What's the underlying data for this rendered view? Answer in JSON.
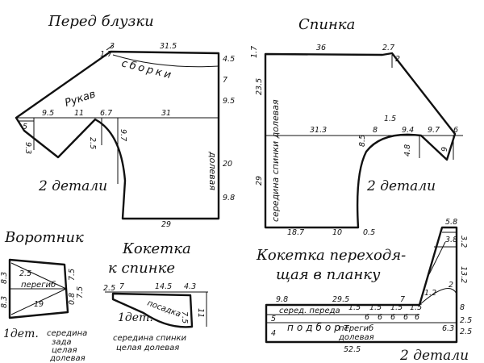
{
  "front": {
    "title": "Перед блузки",
    "gathers": "сборки",
    "sleeve": "Рукав",
    "fold": "долевая",
    "count": "2 детали",
    "dims": [
      "3",
      "31.5",
      "1.7",
      "4.5",
      "9.5",
      "11",
      "6.7",
      "31",
      "7",
      "5",
      "9.3",
      "2.5",
      "9.7",
      "9.5",
      "20",
      "9.8",
      "29"
    ]
  },
  "back": {
    "title": "Спинка",
    "center": "середина спинки долевая",
    "count": "2 детали",
    "dims": [
      "36",
      "2.7",
      "1.7",
      "2",
      "23.5",
      "31.3",
      "8",
      "1.5",
      "9.4",
      "9.7",
      "6",
      "8.5",
      "4.8",
      "9",
      "29",
      "18.7",
      "10",
      "0.5"
    ]
  },
  "collar": {
    "title": "Воротник",
    "fold": "перегиб",
    "count": "1дет.",
    "note": [
      "середина",
      "зада",
      "целая",
      "долевая"
    ],
    "dims": [
      "8.3",
      "2.5",
      "19",
      "8.3",
      "0.8",
      "7.5",
      "7.5"
    ]
  },
  "yoke": {
    "title_l1": "Кокетка",
    "title_l2": "к спинке",
    "yoke_label": "посадка",
    "count": "1дет.",
    "note_l1": "середина спинки",
    "note_l2": "целая долевая",
    "dims": [
      "2.5",
      "7",
      "14.5",
      "4.3",
      "7.5",
      "11"
    ]
  },
  "placket": {
    "title_l1": "Кокетка переходя-",
    "title_l2": "щая в планку",
    "front_center": "серед. переда",
    "fold": "перегиб",
    "facing": "подборт",
    "grain": "долевая",
    "count": "2 детали",
    "dims": [
      "9.8",
      "29.5",
      "1.5",
      "1.5",
      "1.5",
      "7",
      "1.5",
      "5",
      "6",
      "6",
      "6",
      "6",
      "6",
      "4",
      "5.8",
      "3.8",
      "13.2",
      "3.2",
      "1.2",
      "2",
      "8",
      "2.5",
      "52.5",
      "2.5",
      "6.3"
    ]
  }
}
